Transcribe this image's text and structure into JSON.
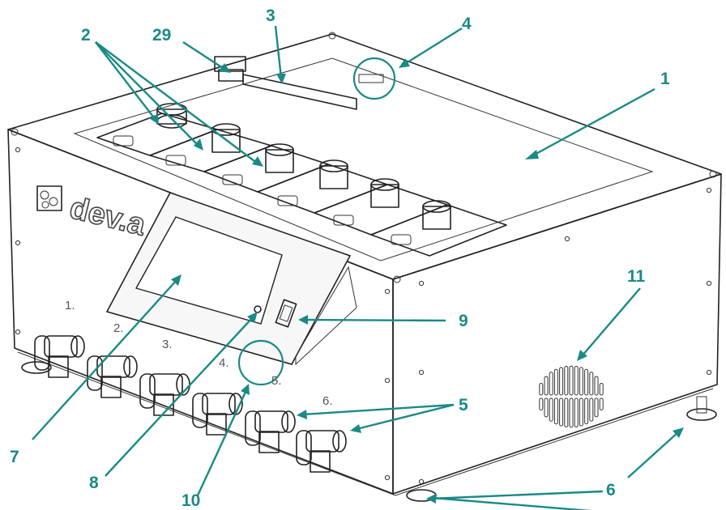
{
  "branding": {
    "logo_text": "dev.a"
  },
  "port_numbers": [
    "1.",
    "2.",
    "3.",
    "4.",
    "5.",
    "6."
  ],
  "callouts": {
    "c1": "1",
    "c2": "2",
    "c3": "3",
    "c4": "4",
    "c5": "5",
    "c6": "6",
    "c7": "7",
    "c8": "8",
    "c9": "9",
    "c10": "10",
    "c11": "11",
    "c29": "29"
  },
  "colors": {
    "accent": "#1a8a86",
    "line": "#222222",
    "panel": "#f7f7f7"
  }
}
